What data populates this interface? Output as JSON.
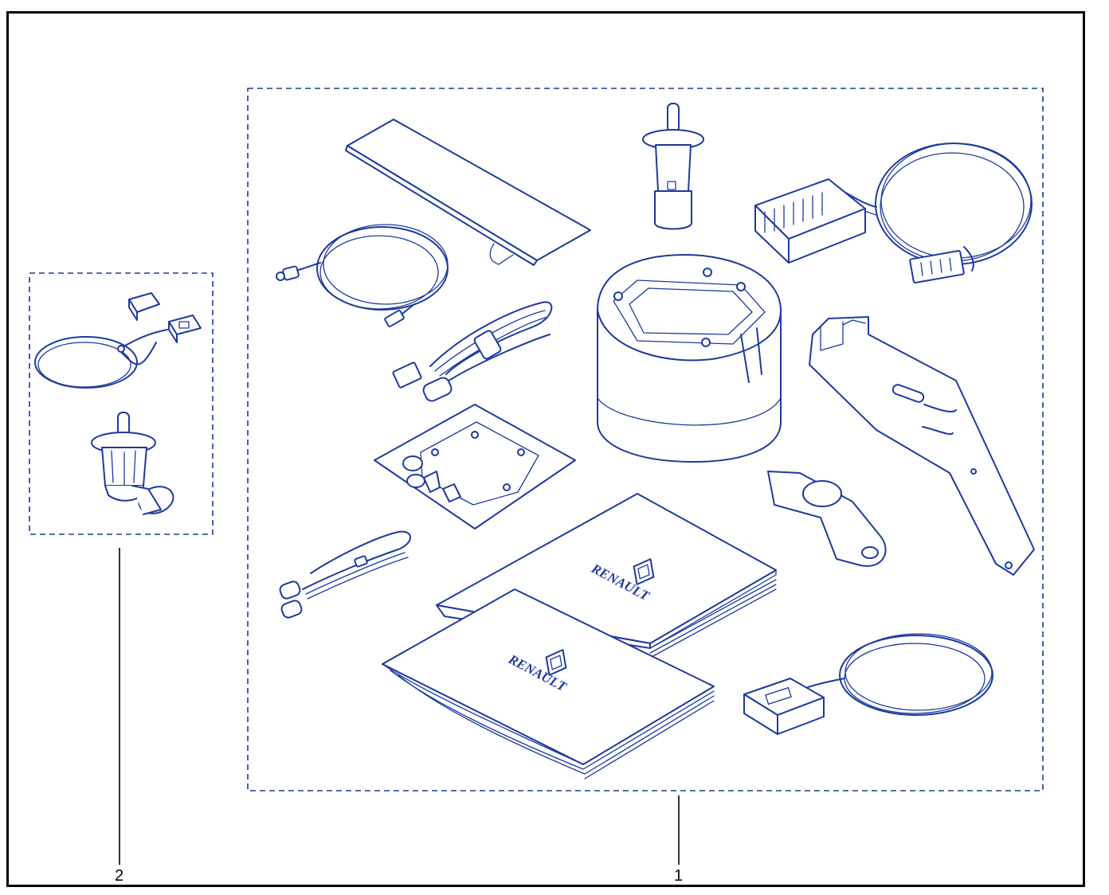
{
  "colors": {
    "line_art": "#1c3a9e",
    "frame": "#000000",
    "callout_line": "#000000"
  },
  "callouts": {
    "kit_1": "1",
    "kit_2": "2"
  },
  "manuals": {
    "brand": "RENAULT"
  }
}
